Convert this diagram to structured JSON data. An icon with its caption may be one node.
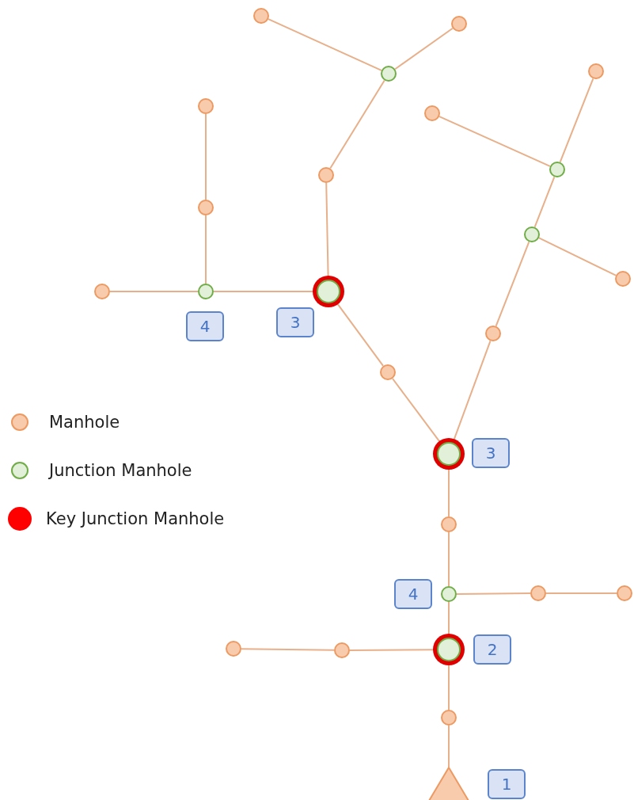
{
  "diagram": {
    "nodes": [
      {
        "text": [],
        "shape": "triangle",
        "beside": [
          "1"
        ]
      },
      {
        "text": [],
        "shape": "circle"
      },
      {
        "text": [],
        "shape": "circle",
        "beside": [
          "2"
        ]
      },
      {
        "text": [],
        "shape": "circle"
      },
      {
        "text": [],
        "shape": "circle"
      },
      {
        "text": [],
        "shape": "circle",
        "beside": [
          "4"
        ]
      },
      {
        "text": [],
        "shape": "circle"
      },
      {
        "text": [],
        "shape": "circle"
      },
      {
        "text": [],
        "shape": "circle"
      },
      {
        "text": [],
        "shape": "circle",
        "beside": [
          "3"
        ]
      },
      {
        "text": [],
        "shape": "circle"
      },
      {
        "text": [],
        "shape": "circle",
        "beside": [
          "3"
        ]
      },
      {
        "text": [],
        "shape": "circle",
        "beside": [
          "4"
        ]
      },
      {
        "text": [],
        "shape": "circle"
      },
      {
        "text": [],
        "shape": "circle"
      },
      {
        "text": [],
        "shape": "circle"
      },
      {
        "text": [],
        "shape": "circle"
      },
      {
        "text": [],
        "shape": "circle"
      },
      {
        "text": [],
        "shape": "circle"
      },
      {
        "text": [],
        "shape": "circle"
      },
      {
        "text": [],
        "shape": "circle"
      },
      {
        "text": [],
        "shape": "circle"
      },
      {
        "text": [],
        "shape": "circle"
      },
      {
        "text": [],
        "shape": "circle"
      },
      {
        "text": [],
        "shape": "circle"
      },
      {
        "text": [],
        "shape": "circle"
      }
    ],
    "edges": [
      {
        "from": 1,
        "to": 0,
        "arrow": "none"
      },
      {
        "from": 2,
        "to": 1,
        "arrow": "none"
      },
      {
        "from": 3,
        "to": 2,
        "arrow": "none"
      },
      {
        "from": 4,
        "to": 3,
        "arrow": "none"
      },
      {
        "from": 5,
        "to": 2,
        "arrow": "none"
      },
      {
        "from": 6,
        "to": 5,
        "arrow": "none"
      },
      {
        "from": 7,
        "to": 6,
        "arrow": "none"
      },
      {
        "from": 8,
        "to": 5,
        "arrow": "none"
      },
      {
        "from": 9,
        "to": 8,
        "arrow": "none"
      },
      {
        "from": 10,
        "to": 9,
        "arrow": "none"
      },
      {
        "from": 11,
        "to": 10,
        "arrow": "none"
      },
      {
        "from": 12,
        "to": 11,
        "arrow": "none"
      },
      {
        "from": 13,
        "to": 12,
        "arrow": "none"
      },
      {
        "from": 14,
        "to": 12,
        "arrow": "none"
      },
      {
        "from": 15,
        "to": 14,
        "arrow": "none"
      },
      {
        "from": 16,
        "to": 11,
        "arrow": "none"
      },
      {
        "from": 17,
        "to": 16,
        "arrow": "none"
      },
      {
        "from": 18,
        "to": 17,
        "arrow": "none"
      },
      {
        "from": 19,
        "to": 17,
        "arrow": "none"
      },
      {
        "from": 20,
        "to": 9,
        "arrow": "none"
      },
      {
        "from": 21,
        "to": 20,
        "arrow": "none"
      },
      {
        "from": 22,
        "to": 21,
        "arrow": "none"
      },
      {
        "from": 23,
        "to": 21,
        "arrow": "none"
      },
      {
        "from": 24,
        "to": 23,
        "arrow": "none"
      },
      {
        "from": 25,
        "to": 23,
        "arrow": "none"
      }
    ],
    "legend": [
      {
        "text": "Manhole",
        "color": "#f8cbad"
      },
      {
        "text": "Junction Manhole",
        "color": "#e2f0d9"
      },
      {
        "text": "Key Junction Manhole",
        "color": "#ff0000"
      }
    ]
  }
}
